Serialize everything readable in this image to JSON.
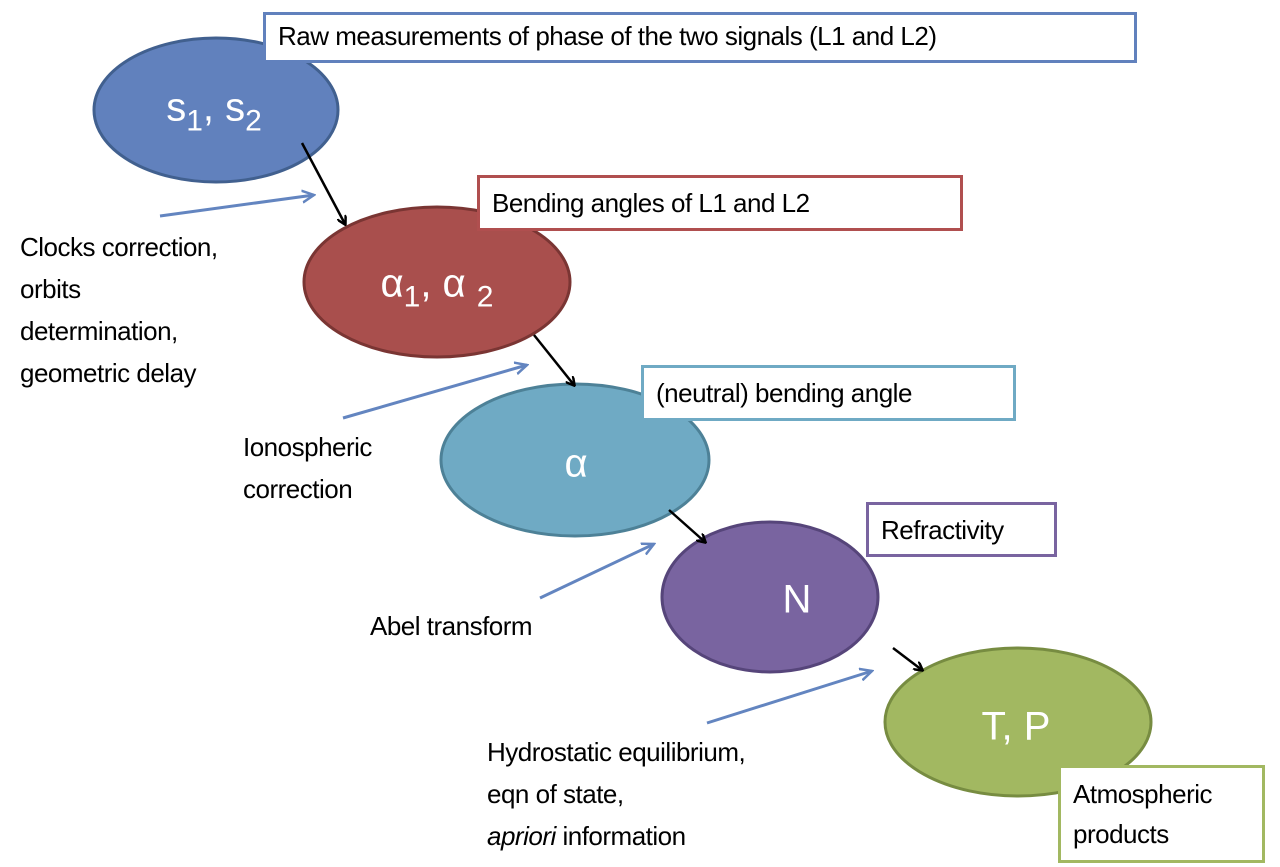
{
  "colors": {
    "blue": "#6181BD",
    "red": "#A94F4D",
    "teal": "#6FAAC4",
    "purple": "#7964A0",
    "green": "#A2B861",
    "arrow": "#000000",
    "input_arrow": "#6385C0"
  },
  "nodes": [
    {
      "symbol": "s",
      "sub1": "1",
      "sep": ", ",
      "symbol2": "s",
      "sub2": "2",
      "description": "Raw measurements of phase of the two signals (L1 and L2)"
    },
    {
      "symbol": "α",
      "sub1": "1",
      "sep": ", ",
      "symbol2": "α ",
      "sub2": "2",
      "description": "Bending angles of L1 and L2"
    },
    {
      "symbol": "α",
      "description": "(neutral) bending angle"
    },
    {
      "symbol": "N",
      "description": "Refractivity"
    },
    {
      "symbol": "T, P",
      "description_lines": [
        "Atmospheric",
        "products"
      ]
    }
  ],
  "processes": [
    {
      "lines": [
        "Clocks correction,",
        "orbits",
        "determination,",
        "geometric delay"
      ]
    },
    {
      "lines": [
        "Ionospheric",
        "correction"
      ]
    },
    {
      "lines": [
        "Abel transform"
      ]
    },
    {
      "lines": [
        "Hydrostatic equilibrium,",
        "eqn of state,"
      ],
      "italic": "apriori",
      "rest": " information"
    }
  ]
}
